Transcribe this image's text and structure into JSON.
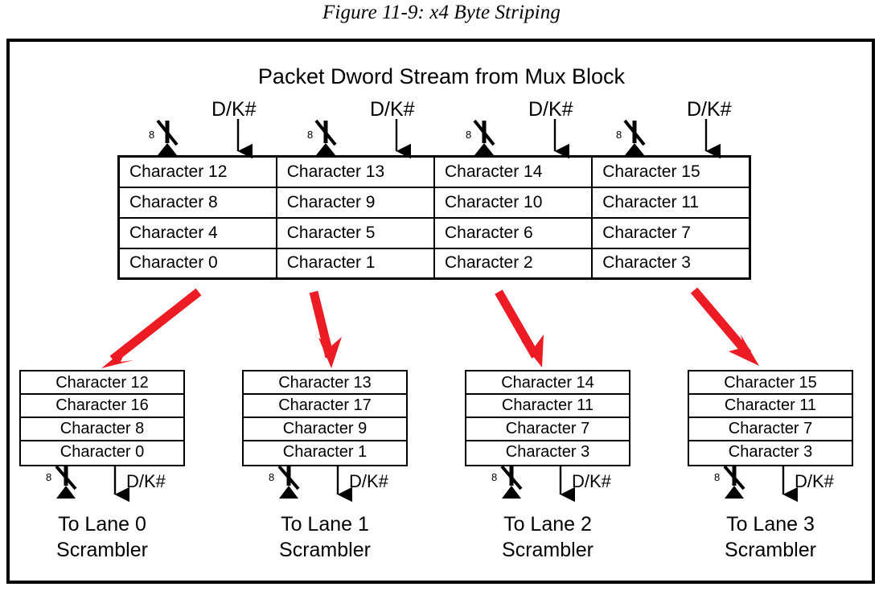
{
  "figure": {
    "caption": "Figure 11-9: x4 Byte Striping",
    "stream_title": "Packet Dword Stream from Mux Block",
    "bus_width_label": "8",
    "dk_label": "D/K#",
    "arrow_color": "#ED1C24",
    "line_color": "#000000"
  },
  "dword_table": {
    "rows": [
      [
        "Character 12",
        "Character 13",
        "Character 14",
        "Character 15"
      ],
      [
        "Character 8",
        "Character 9",
        "Character 10",
        "Character 11"
      ],
      [
        "Character 4",
        "Character 5",
        "Character 6",
        "Character 7"
      ],
      [
        "Character 0",
        "Character 1",
        "Character 2",
        "Character 3"
      ]
    ]
  },
  "lanes": [
    {
      "cells": [
        "Character 12",
        "Character 16",
        "Character 8",
        "Character 0"
      ],
      "caption_line1": "To Lane 0",
      "caption_line2": "Scrambler",
      "bus_width_label": "8",
      "dk_label": "D/K#"
    },
    {
      "cells": [
        "Character 13",
        "Character 17",
        "Character 9",
        "Character 1"
      ],
      "caption_line1": "To Lane 1",
      "caption_line2": "Scrambler",
      "bus_width_label": "8",
      "dk_label": "D/K#"
    },
    {
      "cells": [
        "Character 14",
        "Character 11",
        "Character 7",
        "Character 3"
      ],
      "caption_line1": "To Lane 2",
      "caption_line2": "Scrambler",
      "bus_width_label": "8",
      "dk_label": "D/K#"
    },
    {
      "cells": [
        "Character 15",
        "Character 11",
        "Character 7",
        "Character 3"
      ],
      "caption_line1": "To Lane 3",
      "caption_line2": "Scrambler",
      "bus_width_label": "8",
      "dk_label": "D/K#"
    }
  ],
  "top_inputs": [
    {
      "bus_width_label": "8",
      "dk_label": "D/K#"
    },
    {
      "bus_width_label": "8",
      "dk_label": "D/K#"
    },
    {
      "bus_width_label": "8",
      "dk_label": "D/K#"
    },
    {
      "bus_width_label": "8",
      "dk_label": "D/K#"
    }
  ]
}
